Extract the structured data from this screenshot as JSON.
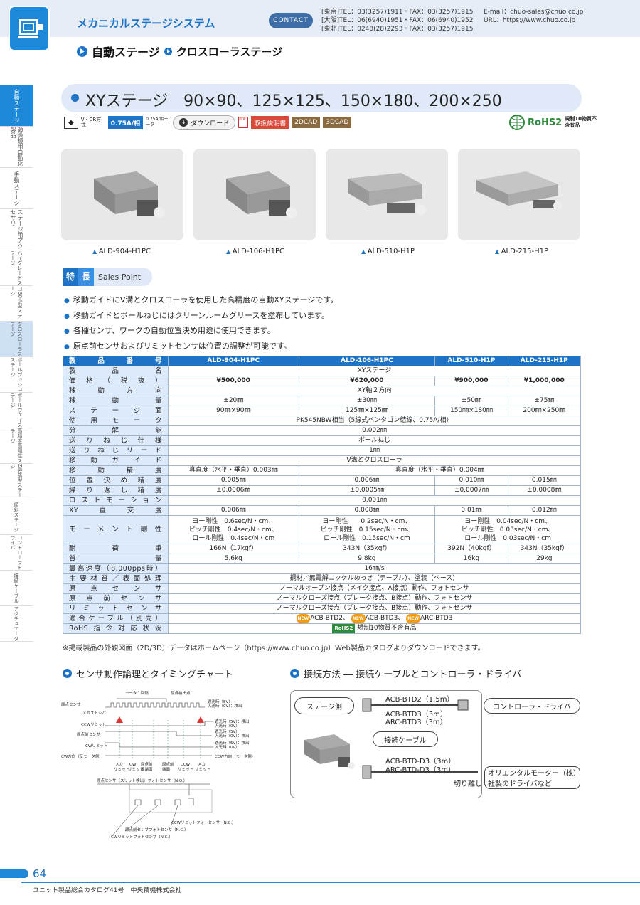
{
  "header": {
    "title": "メカニカルステージシステム",
    "contact": "CONTACT",
    "offices": [
      "[東京]TEL：03(3257)1911・FAX：03(3257)1915",
      "[大阪]TEL：06(6940)1951・FAX：06(6940)1952",
      "[東北]TEL：0248(28)2293・FAX：03(3257)1915"
    ],
    "email": "E-mail：chuo-sales@chuo.co.jp",
    "url": "URL：https://www.chuo.co.jp"
  },
  "breadcrumb": {
    "main": "自動ステージ",
    "sub": "クロスローラステージ"
  },
  "sidebar": [
    "自動ステージ",
    "顕微鏡用自動化製品",
    "手動ステージ",
    "ステージ用アクセサリ",
    "ハイグレードステージ",
    "□30小型ステージ",
    "クロスローラステージ",
    "ボールブッシュステージ",
    "ボールウェイステージ",
    "高精度高剛性ステージ",
    "Z昇降型ステージ",
    "傾斜ステージ",
    "コントローラドライバ",
    "接続ケーブル",
    "アクチュエータ"
  ],
  "title": "XYステージ　90×90、125×125、150×180、200×250",
  "badges": {
    "vcr": "V・CR方　式",
    "amp": "0.75A/相",
    "motor": "0.75A/相モータ",
    "download": "ダウンロード",
    "manual": "取扱説明書",
    "cad2": "2DCAD",
    "cad3": "3DCAD",
    "rohs": "RoHS2",
    "rohs_note": "規制10物質不含有品"
  },
  "products": [
    "ALD-904-H1PC",
    "ALD-106-H1PC",
    "ALD-510-H1P",
    "ALD-215-H1P"
  ],
  "features": {
    "label_a": "特",
    "label_b": "長",
    "label_c": "Sales Point",
    "items": [
      "移動ガイドにV溝とクロスローラを使用した高精度の自動XYステージです。",
      "移動ガイドとボールねじにはクリーンルームグリースを塗布しています。",
      "各種センサ、ワークの自動位置決め用途に使用できます。",
      "原点前センサおよびリミットセンサは位置の調整が可能です。"
    ]
  },
  "spec": {
    "header": {
      "label": "製品番号",
      "cols": [
        "ALD-904-H1PC",
        "ALD-106-H1PC",
        "ALD-510-H1P",
        "ALD-215-H1P"
      ]
    },
    "name": {
      "label": "製品名",
      "v": "XYステージ"
    },
    "price": {
      "label": "価格（税抜）",
      "v": [
        "¥500,000",
        "¥620,000",
        "¥900,000",
        "¥1,000,000"
      ]
    },
    "dir": {
      "label": "移動方向",
      "v": "XY軸２方向"
    },
    "travel": {
      "label": "移動量",
      "v": [
        "±20㎜",
        "±30㎜",
        "±50㎜",
        "±75㎜"
      ]
    },
    "surface": {
      "label": "ステージ面",
      "v": [
        "90㎜×90㎜",
        "125㎜×125㎜",
        "150㎜×180㎜",
        "200㎜×250㎜"
      ]
    },
    "motor": {
      "label": "使用モータ",
      "v": "PK545NBW相当（5線式ペンタゴン結線、0.75A/相）"
    },
    "resolution": {
      "label": "分解能",
      "v": "0.002㎜"
    },
    "feed": {
      "label": "送りねじ仕様",
      "v": "ボールねじ"
    },
    "lead": {
      "label": "送りねじリード",
      "v": "1㎜"
    },
    "guide": {
      "label": "移動ガイド",
      "v": "V溝とクロスローラ"
    },
    "accuracy": {
      "label": "移動精度",
      "v1": "真直度（水平・垂直）0.003㎜",
      "v2": "真直度（水平・垂直）0.004㎜"
    },
    "positioning": {
      "label": "位置決め精度",
      "v": [
        "0.005㎜",
        "0.006㎜",
        "0.010㎜",
        "0.015㎜"
      ]
    },
    "repeat": {
      "label": "繰り返し精度",
      "v": [
        "±0.0006㎜",
        "±0.0005㎜",
        "±0.0007㎜",
        "±0.0008㎜"
      ]
    },
    "lostmotion": {
      "label": "ロストモーション",
      "v": "0.001㎜"
    },
    "orth": {
      "label": "XY直交度",
      "v": [
        "0.006㎜",
        "0.008㎜",
        "0.01㎜",
        "0.012㎜"
      ]
    },
    "moment": {
      "label": "モーメント剛性",
      "c1": [
        "ヨー剛性　0.6sec/N・cm、",
        "ピッチ剛性　0.4sec/N・cm、",
        "ロール剛性　0.4sec/N・cm"
      ],
      "c2": [
        "ヨー剛性　　0.2sec/N・cm、",
        "ピッチ剛性　0.15sec/N・cm、",
        "ロール剛性　0.15sec/N・cm"
      ],
      "c3": [
        "ヨー剛性　0.04sec/N・cm、",
        "ピッチ剛性　0.03sec/N・cm、",
        "ロール剛性　0.03sec/N・cm"
      ]
    },
    "load": {
      "label": "耐荷重",
      "v": [
        "166N（17kgf）",
        "343N（35kgf）",
        "392N（40kgf）",
        "343N（35kgf）"
      ]
    },
    "mass": {
      "label": "質量",
      "v": [
        "5.6kg",
        "9.8kg",
        "16kg",
        "29kg"
      ]
    },
    "speed": {
      "label": "最高速度（8,000pps時）",
      "v": "16㎜/s"
    },
    "material": {
      "label": "主要材質／表面処理",
      "v": "鋼材／無電解ニッケルめっき（テーブル）、塗装（ベース）"
    },
    "origin": {
      "label": "原点センサ",
      "v": "ノーマルオープン接点（メイク接点、A接点）動作、フォトセンサ"
    },
    "preorigin": {
      "label": "原点前センサ",
      "v": "ノーマルクローズ接点（ブレーク接点、B接点）動作、フォトセンサ"
    },
    "limit": {
      "label": "リミットセンサ",
      "v": "ノーマルクローズ接点（ブレーク接点、B接点）動作、フォトセンサ"
    },
    "cable": {
      "label": "適合ケーブル（別売）",
      "new": "NEW",
      "items": [
        "ACB-BTD2、",
        "ACB-BTD3、",
        "ARC-BTD3"
      ]
    },
    "rohs": {
      "label": "RoHS指令対応状況",
      "badge": "RoHS2",
      "v": "規制10物質不含有品"
    }
  },
  "note": "※掲載製品の外観図面（2D/3D）データはホームページ（https://www.chuo.co.jp）Web製品カタログよりダウンロードできます。",
  "section1": "センサ動作論理とタイミングチャート",
  "timing": {
    "top1": "モータ１回転",
    "top2": "原点検出点",
    "rows": [
      "原点センサ",
      "メカストッパ",
      "CCWリミット",
      "原点前センサ",
      "CWリミット",
      "CW方向（反モータ側）"
    ],
    "right": [
      "遮光時（5V）",
      "入光時（0V）：検出",
      "遮光時（5V）：検出",
      "入光時（0V）",
      "遮光時（5V）",
      "入光時（0V）：検出",
      "遮光時（5V）：検出",
      "入光時（0V）",
      "遮光時（5V）",
      "入光時（0V）"
    ],
    "ccw": "CCW方向（モータ側）",
    "bottom": [
      "メカ",
      "CW",
      "原点前",
      "原点前",
      "CCW",
      "メカ"
    ],
    "bottom2": [
      "リミット",
      "リミット",
      "反端面",
      "端面",
      "リミット",
      "リミット"
    ],
    "sensor_top": "原点センサ（スリット検出）フォトセンサ（N.O.）",
    "sensor_b1": "CCWリミットフォトセンサ（N.C.）",
    "sensor_b2": "原点前センサフォトセンサ（N.C.）",
    "sensor_b3": "CWリミットフォトセンサ（N.C.）"
  },
  "section2": "接続方法 ― 接続ケーブルとコントローラ・ドライバ",
  "conn": {
    "stage": "ステージ側",
    "cable1": "ACB-BTD2（1.5m）",
    "cable2": "ACB-BTD3（3m）",
    "cable3": "ARC-BTD3（3m）",
    "controller": "コントローラ・ドライバ",
    "label": "接続ケーブル",
    "cable4": "ACB-BTD-D3（3m）",
    "cable5": "ARC-BTD-D3（3m）",
    "cut": "切り離し",
    "oriental1": "オリエンタルモーター（株）",
    "oriental2": "社製のドライバなど"
  },
  "footer": {
    "page": "64",
    "text": "ユニット製品総合カタログ41号　中央精機株式会社"
  }
}
